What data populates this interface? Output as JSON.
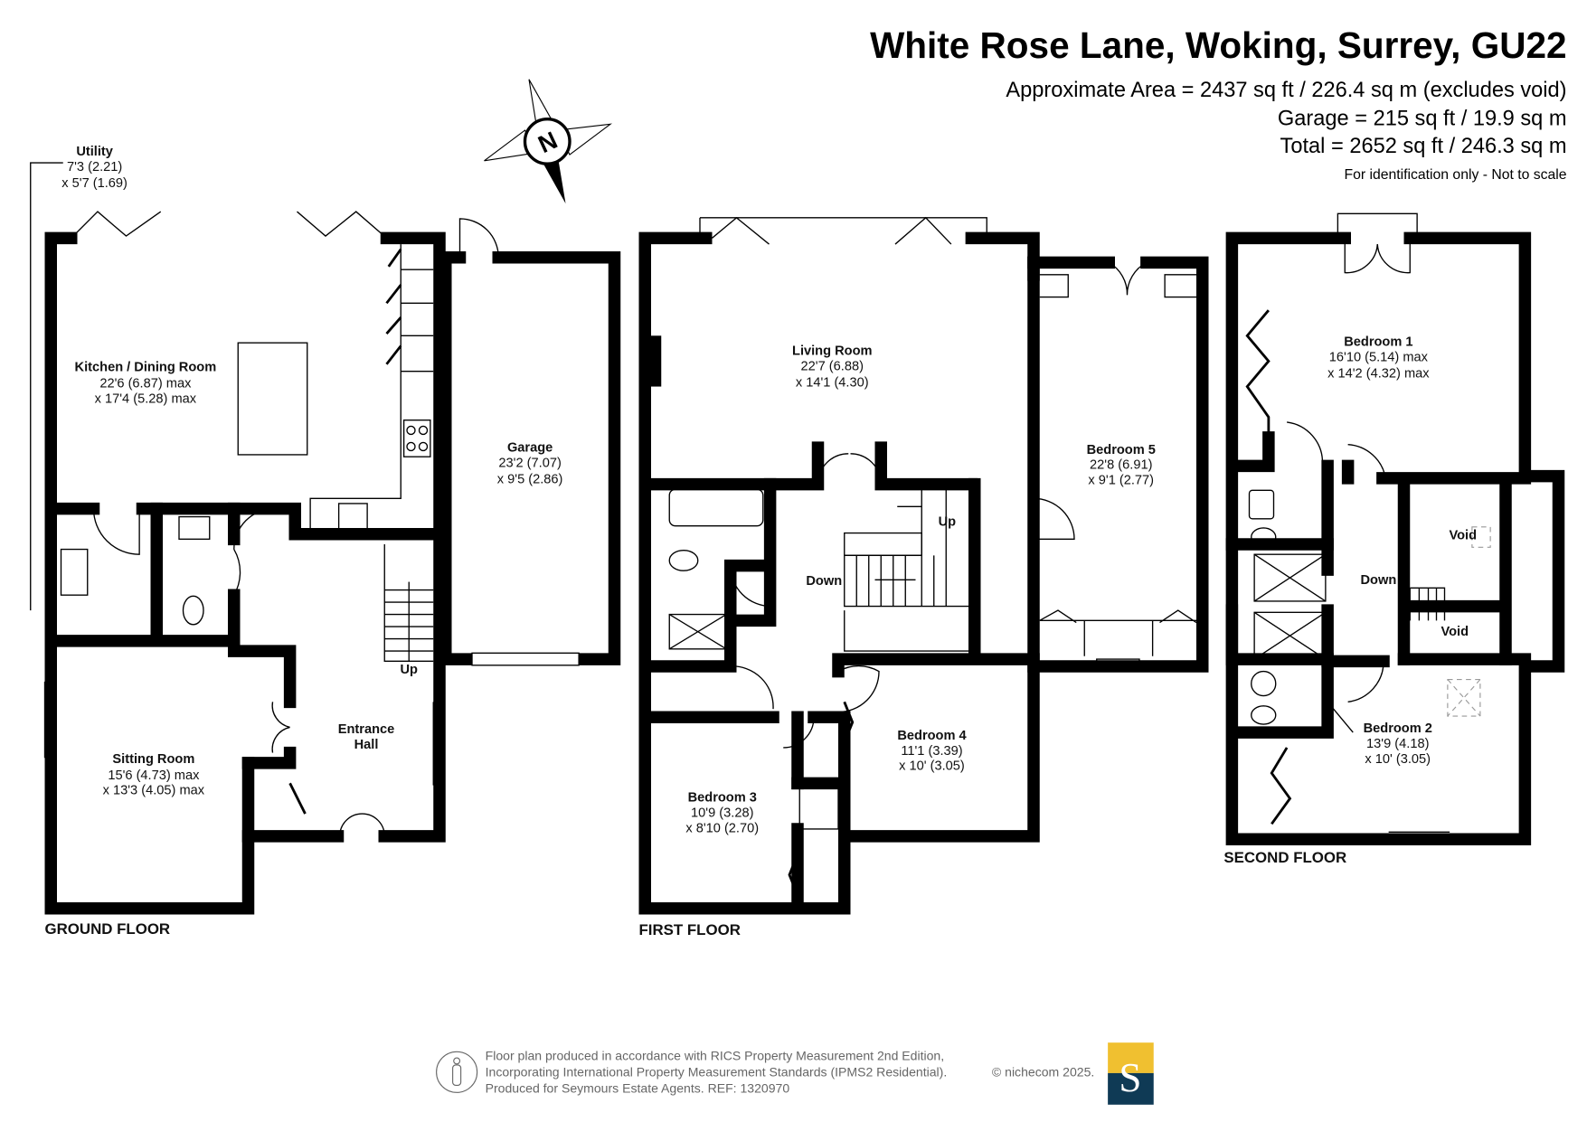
{
  "header": {
    "title": "White Rose Lane, Woking, Surrey, GU22",
    "approx_area": "Approximate Area = 2437 sq ft / 226.4 sq m (excludes void)",
    "garage_area": "Garage = 215 sq ft / 19.9 sq m",
    "total_area": "Total = 2652 sq ft / 246.3 sq m",
    "disclaimer": "For identification only - Not to scale"
  },
  "compass": {
    "label": "N",
    "icon": "compass-north-icon"
  },
  "ground_floor": {
    "label": "GROUND FLOOR",
    "rooms": {
      "utility": {
        "name": "Utility",
        "dim1": "7'3 (2.21)",
        "dim2": "x 5'7 (1.69)"
      },
      "kitchen": {
        "name": "Kitchen / Dining Room",
        "dim1": "22'6 (6.87) max",
        "dim2": "x 17'4 (5.28) max"
      },
      "garage": {
        "name": "Garage",
        "dim1": "23'2 (7.07)",
        "dim2": "x 9'5 (2.86)"
      },
      "hall": {
        "name1": "Entrance",
        "name2": "Hall"
      },
      "sitting": {
        "name": "Sitting Room",
        "dim1": "15'6 (4.73) max",
        "dim2": "x 13'3 (4.05) max"
      }
    },
    "stairs_label": "Up"
  },
  "first_floor": {
    "label": "FIRST FLOOR",
    "rooms": {
      "living": {
        "name": "Living Room",
        "dim1": "22'7 (6.88)",
        "dim2": "x 14'1 (4.30)"
      },
      "bed5": {
        "name": "Bedroom 5",
        "dim1": "22'8 (6.91)",
        "dim2": "x 9'1 (2.77)"
      },
      "bed4": {
        "name": "Bedroom 4",
        "dim1": "11'1 (3.39)",
        "dim2": "x 10' (3.05)"
      },
      "bed3": {
        "name": "Bedroom 3",
        "dim1": "10'9 (3.28)",
        "dim2": "x 8'10 (2.70)"
      }
    },
    "stairs_up": "Up",
    "stairs_down": "Down"
  },
  "second_floor": {
    "label": "SECOND FLOOR",
    "rooms": {
      "bed1": {
        "name": "Bedroom 1",
        "dim1": "16'10 (5.14) max",
        "dim2": "x 14'2 (4.32) max"
      },
      "bed2": {
        "name": "Bedroom 2",
        "dim1": "13'9 (4.18)",
        "dim2": "x 10' (3.05)"
      },
      "void1": "Void",
      "void2": "Void"
    },
    "stairs_down": "Down"
  },
  "footer": {
    "line1": "Floor plan produced in accordance with RICS Property Measurement 2nd Edition,",
    "line2": "Incorporating International Property Measurement Standards (IPMS2 Residential).",
    "copyright": "© nichecom 2025.",
    "line3": "Produced for Seymours Estate Agents.   REF: 1320970",
    "logo_letter": "S",
    "logo_colors": {
      "top": "#f0c030",
      "bottom": "#0f3a55"
    }
  }
}
